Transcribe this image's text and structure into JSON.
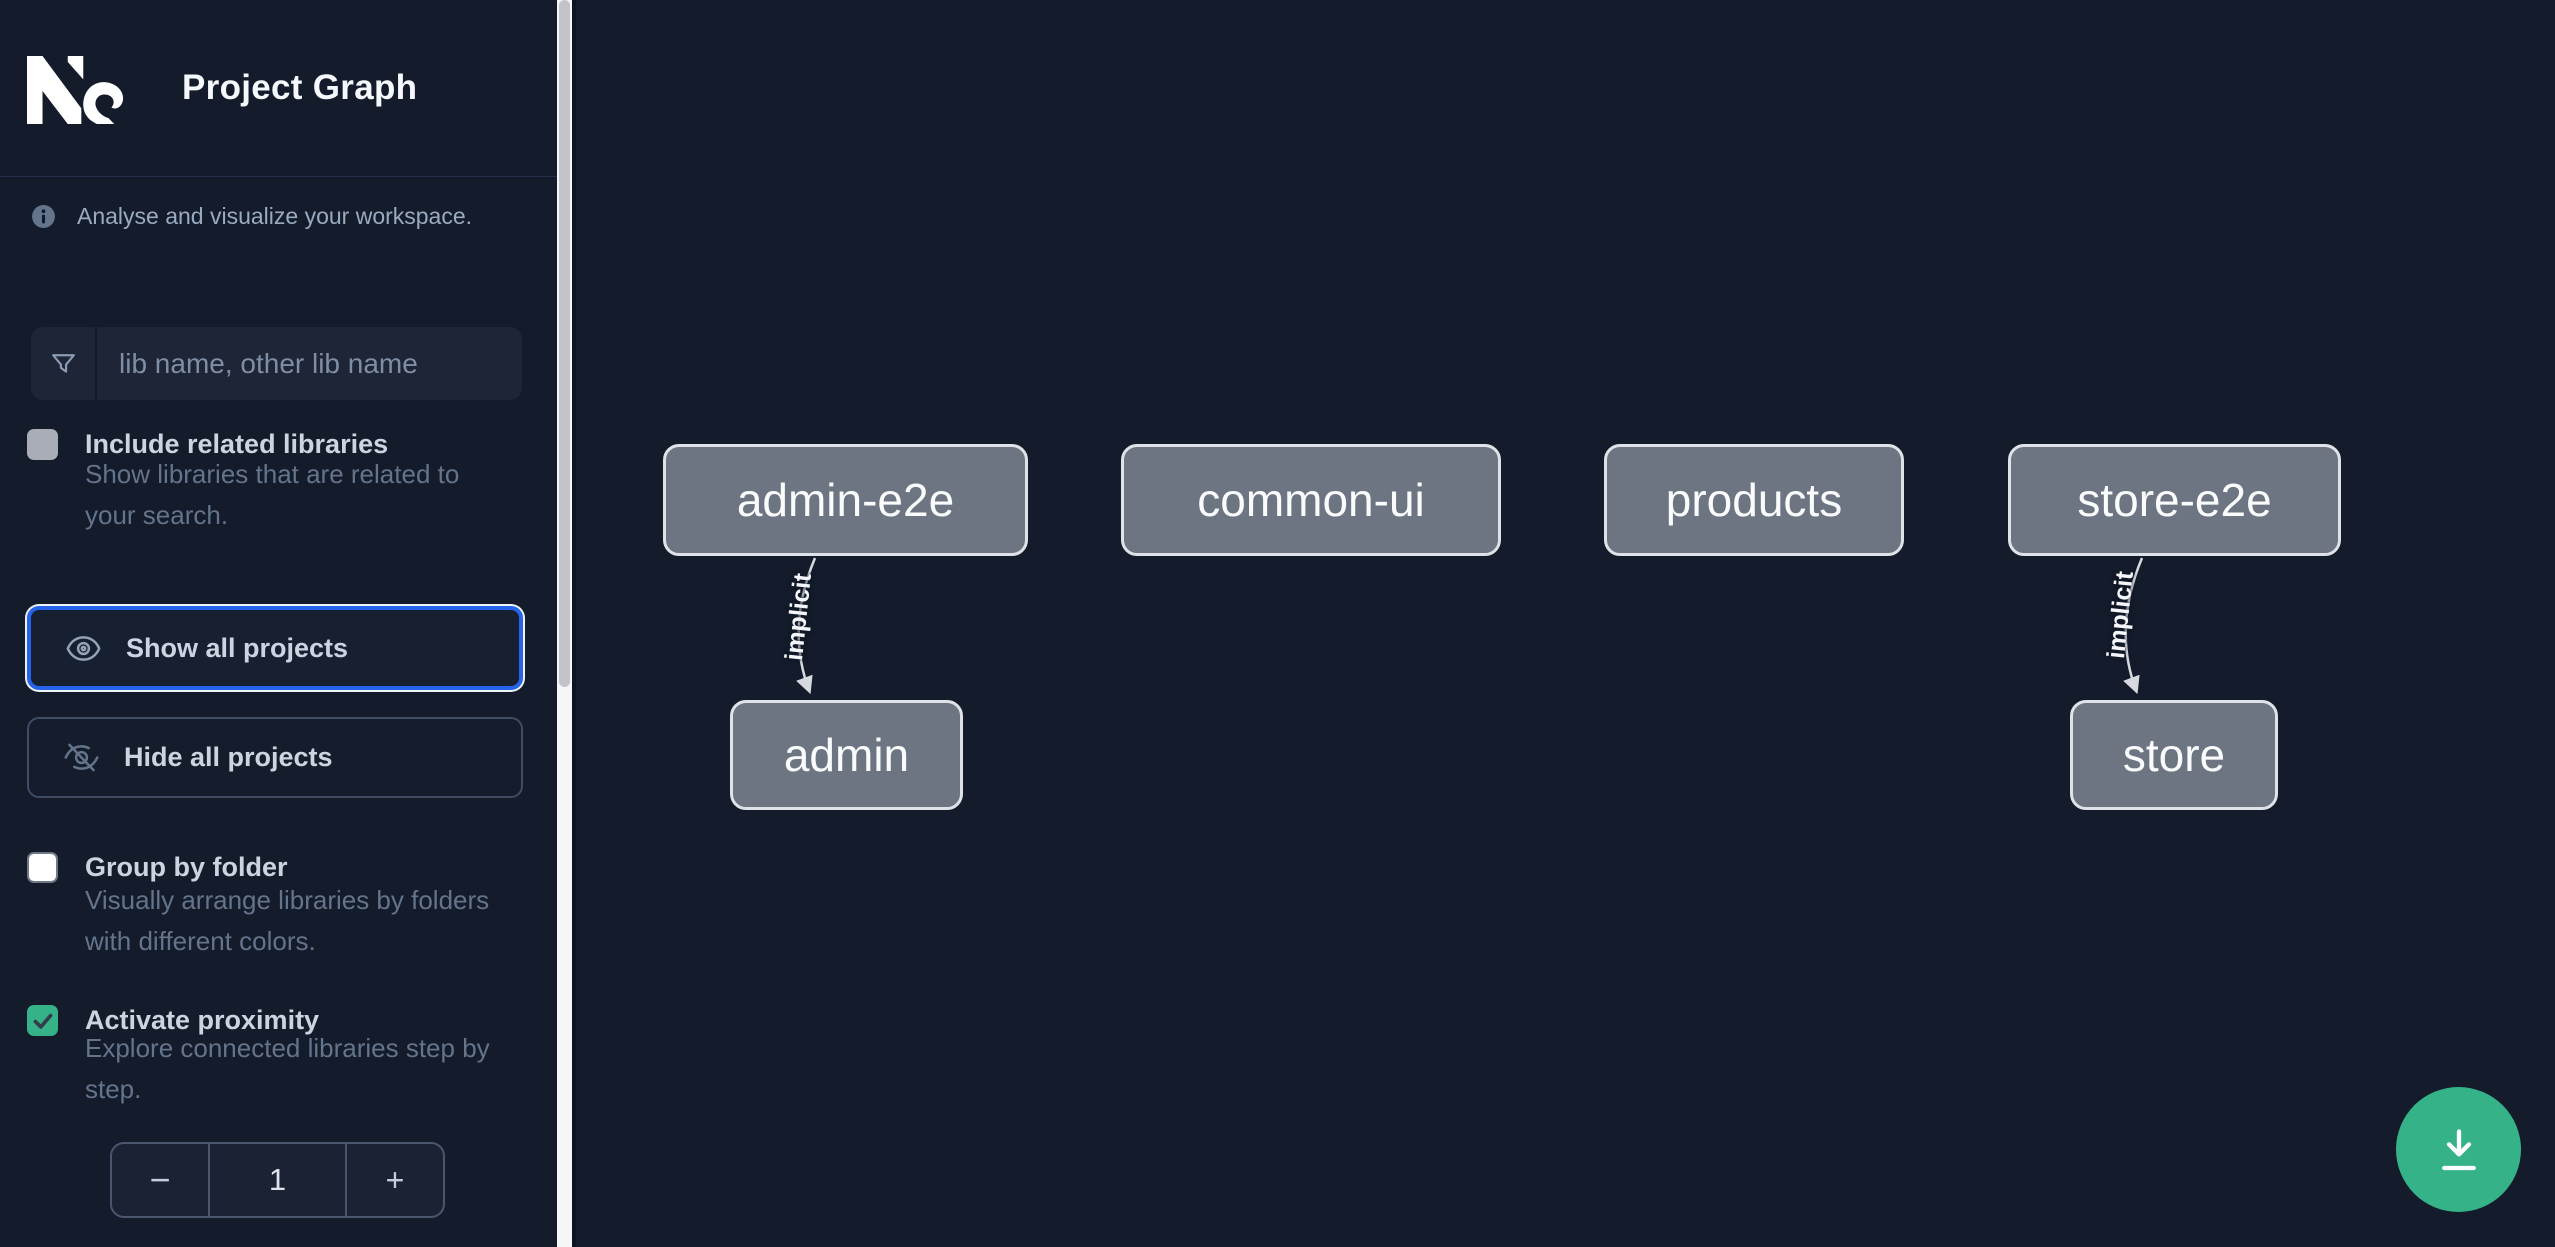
{
  "header": {
    "app_name": "Nx",
    "title": "Project Graph"
  },
  "sidebar": {
    "tagline": "Analyse and visualize your workspace.",
    "search": {
      "placeholder": "lib name, other lib name",
      "value": ""
    },
    "actions": [
      {
        "label": "Show all projects",
        "focused": true
      },
      {
        "label": "Hide all projects",
        "focused": false
      }
    ],
    "options": [
      {
        "label": "Include related libraries",
        "description": "Show libraries that are related to your search.",
        "checked": false,
        "disabled": true
      },
      {
        "label": "Group by folder",
        "description": "Visually arrange libraries by folders with different colors.",
        "checked": false,
        "disabled": false
      },
      {
        "label": "Activate proximity",
        "description": "Explore connected libraries step by step.",
        "checked": true,
        "disabled": false
      }
    ],
    "proximity_stepper": {
      "decrement_label": "−",
      "value": "1",
      "increment_label": "+"
    }
  },
  "graph": {
    "nodes": [
      {
        "id": "admin-e2e",
        "label": "admin-e2e"
      },
      {
        "id": "common-ui",
        "label": "common-ui"
      },
      {
        "id": "products",
        "label": "products"
      },
      {
        "id": "store-e2e",
        "label": "store-e2e"
      },
      {
        "id": "admin",
        "label": "admin"
      },
      {
        "id": "store",
        "label": "store"
      }
    ],
    "edges": [
      {
        "source": "admin-e2e",
        "target": "admin",
        "label": "implicit"
      },
      {
        "source": "store-e2e",
        "target": "store",
        "label": "implicit"
      }
    ]
  },
  "fab": {
    "icon": "download"
  },
  "colors": {
    "background": "#141b2b",
    "accent_green": "#35b287",
    "focus_blue": "#2563eb",
    "node_fill": "#6e7582",
    "node_border": "#dfe3e8",
    "edge": "#d6dade",
    "label_text": "#cbd5e1",
    "muted_text": "#64748b"
  }
}
